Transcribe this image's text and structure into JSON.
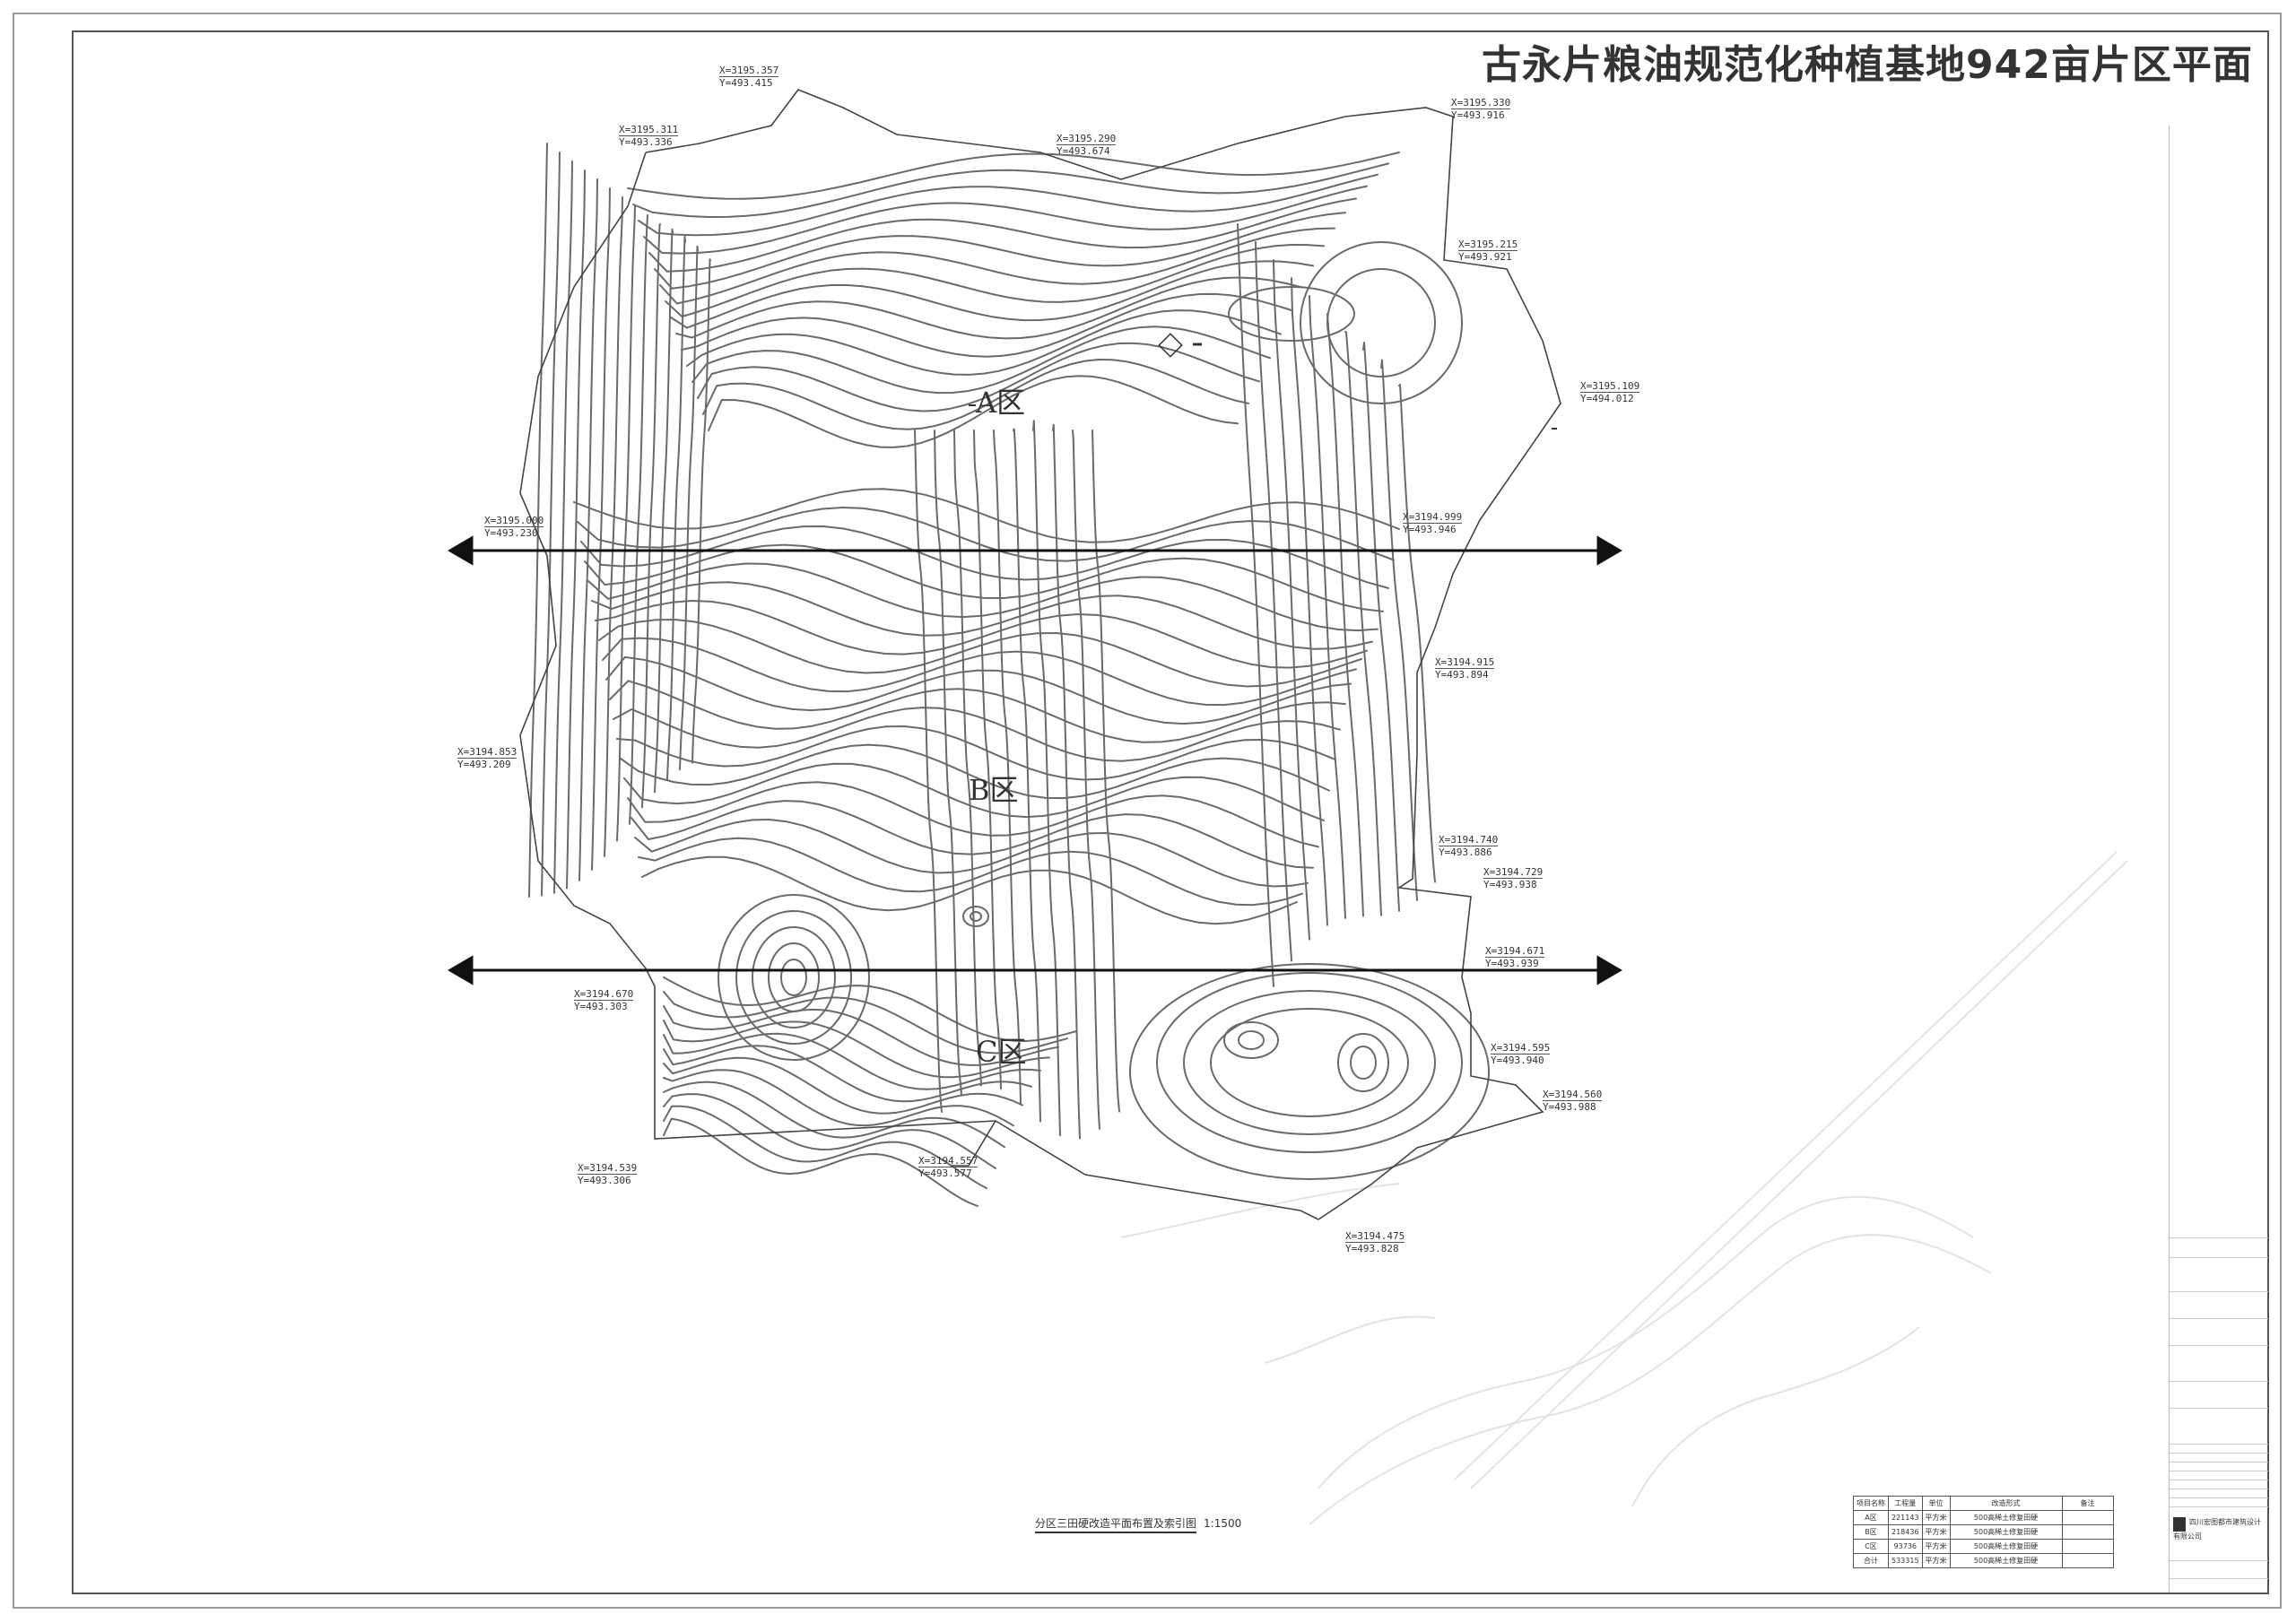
{
  "title": "古永片粮油规范化种植基地942亩片区平面",
  "zones": [
    {
      "id": "zone-a",
      "label": "A区"
    },
    {
      "id": "zone-b",
      "label": "B区"
    },
    {
      "id": "zone-c",
      "label": "C区"
    }
  ],
  "coordinates": [
    {
      "x": "X=3195.357",
      "y": "Y=493.415"
    },
    {
      "x": "X=3195.311",
      "y": "Y=493.336"
    },
    {
      "x": "X=3195.290",
      "y": "Y=493.674"
    },
    {
      "x": "X=3195.330",
      "y": "Y=493.916"
    },
    {
      "x": "X=3195.215",
      "y": "Y=493.921"
    },
    {
      "x": "X=3195.109",
      "y": "Y=494.012"
    },
    {
      "x": "X=3195.000",
      "y": "Y=493.230"
    },
    {
      "x": "X=3194.999",
      "y": "Y=493.946"
    },
    {
      "x": "X=3194.915",
      "y": "Y=493.894"
    },
    {
      "x": "X=3194.853",
      "y": "Y=493.209"
    },
    {
      "x": "X=3194.740",
      "y": "Y=493.886"
    },
    {
      "x": "X=3194.729",
      "y": "Y=493.938"
    },
    {
      "x": "X=3194.671",
      "y": "Y=493.939"
    },
    {
      "x": "X=3194.670",
      "y": "Y=493.303"
    },
    {
      "x": "X=3194.595",
      "y": "Y=493.940"
    },
    {
      "x": "X=3194.560",
      "y": "Y=493.988"
    },
    {
      "x": "X=3194.539",
      "y": "Y=493.306"
    },
    {
      "x": "X=3194.557",
      "y": "Y=493.577"
    },
    {
      "x": "X=3194.475",
      "y": "Y=493.828"
    }
  ],
  "caption": {
    "title": "分区三田硬改造平面布置及索引图",
    "scale": "1:1500"
  },
  "summary_table": {
    "headers": [
      "项目名称",
      "工程量",
      "单位",
      "改造形式",
      "备注"
    ],
    "rows": [
      [
        "A区",
        "221143",
        "平方米",
        "500高稀土修复田硬",
        ""
      ],
      [
        "B区",
        "218436",
        "平方米",
        "500高稀土修复田硬",
        ""
      ],
      [
        "C区",
        "93736",
        "平方米",
        "500高稀土修复田硬",
        ""
      ],
      [
        "合计",
        "533315",
        "平方米",
        "500高稀土修复田硬",
        ""
      ]
    ]
  },
  "company": "四川宏图都市建筑设计有限公司"
}
